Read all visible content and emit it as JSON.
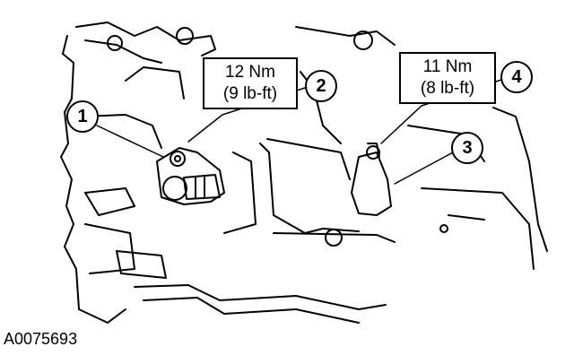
{
  "torque_specs": [
    {
      "metric": "12 Nm",
      "imperial": "(9 lb-ft)"
    },
    {
      "metric": "11 Nm",
      "imperial": "(8 lb-ft)"
    }
  ],
  "callouts": [
    "1",
    "2",
    "3",
    "4"
  ],
  "figure_id": "A0075693",
  "colors": {
    "line": "#000000",
    "background": "#ffffff"
  }
}
